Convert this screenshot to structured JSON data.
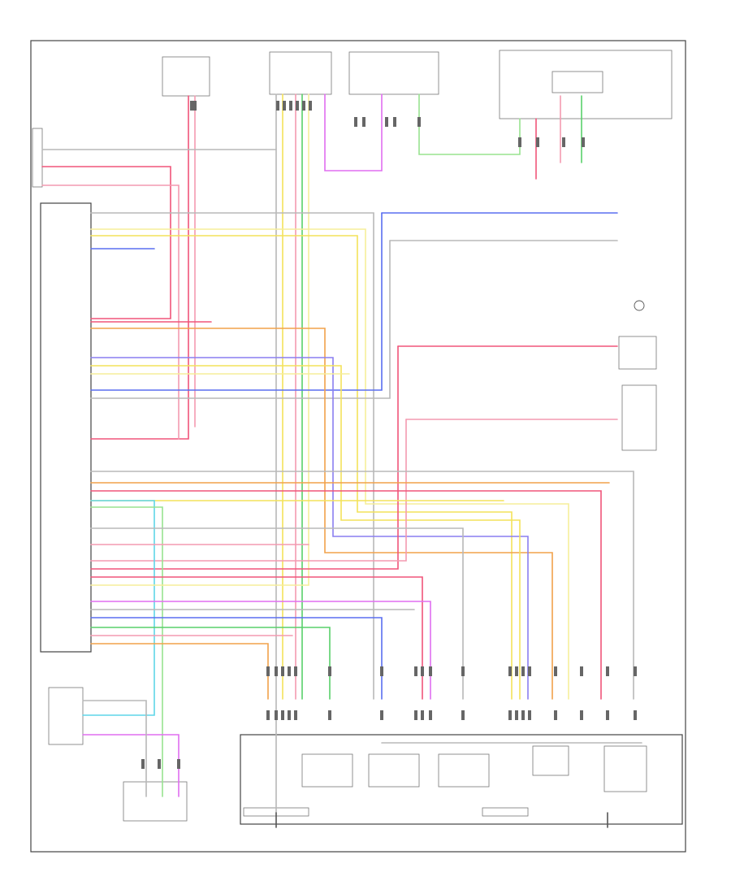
{
  "diagram": {
    "footer_code": "",
    "components": [
      {
        "id": "pcm",
        "label": ""
      },
      {
        "id": "transmission-control-module",
        "label": ""
      },
      {
        "id": "fuse-box-top-left",
        "label": ""
      },
      {
        "id": "fuse-box-top-center",
        "label": ""
      },
      {
        "id": "transmission-range-switch",
        "label": ""
      },
      {
        "id": "stop-switch",
        "label": ""
      },
      {
        "id": "park-neutral-switch",
        "label": ""
      },
      {
        "id": "shift-solenoid-a",
        "label": ""
      },
      {
        "id": "shift-solenoid-b",
        "label": ""
      },
      {
        "id": "pressure-control-solenoid",
        "label": ""
      },
      {
        "id": "lock-up-solenoid",
        "label": ""
      },
      {
        "id": "speed-sensor",
        "label": ""
      },
      {
        "id": "cvt-assembly",
        "label": ""
      }
    ],
    "wire_colors": {
      "red": "#f0557a",
      "pink": "#f49ab0",
      "yellow": "#f3e25a",
      "lightyellow": "#f6ee9a",
      "orange": "#f2a24a",
      "green": "#59d06a",
      "lightgreen": "#98e38f",
      "blue": "#5a6ef0",
      "violet": "#8a7ef0",
      "magenta": "#e06ef0",
      "cyan": "#5fd6e8",
      "grey": "#b8b8b8",
      "black": "#555555"
    }
  }
}
